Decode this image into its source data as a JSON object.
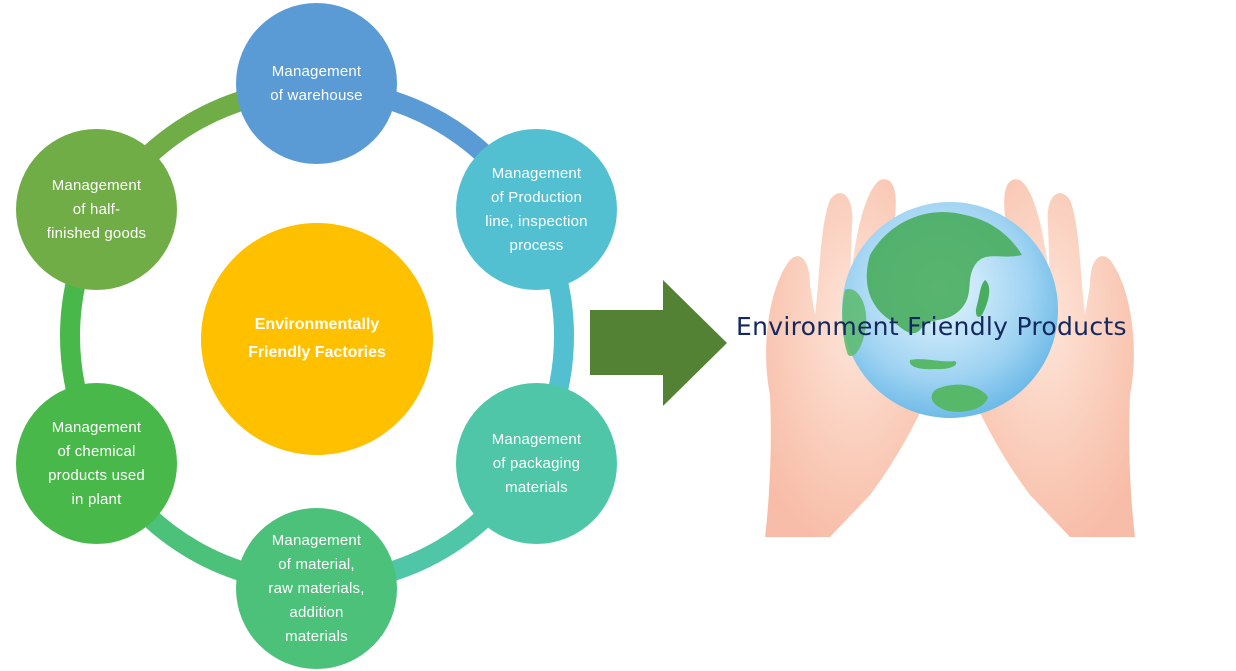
{
  "diagram": {
    "center": {
      "label": "Environmentally\nFriendly Factories",
      "color": "#ffc000"
    },
    "nodes": [
      {
        "key": "warehouse",
        "label": "Management\nof warehouse",
        "color": "#5b9bd5"
      },
      {
        "key": "production",
        "label": "Management\nof Production\nline, inspection\nprocess",
        "color": "#52c0d1"
      },
      {
        "key": "packaging",
        "label": "Management\nof packaging\nmaterials",
        "color": "#50c6a8"
      },
      {
        "key": "material",
        "label": "Management\nof material,\nraw materials,\naddition\nmaterials",
        "color": "#4cc17a"
      },
      {
        "key": "chemical",
        "label": "Management\nof chemical\nproducts used\nin plant",
        "color": "#49b84a"
      },
      {
        "key": "half-finished",
        "label": "Management\nof half-\nfinished goods",
        "color": "#70ad47"
      }
    ],
    "ring_colors": [
      "#5b9bd5",
      "#52c0d1",
      "#50c6a8",
      "#4cc17a",
      "#49b84a",
      "#70ad47"
    ],
    "arrow_color": "#548235"
  },
  "result": {
    "title": "Environment Friendly Products",
    "illustration": "hands-holding-globe-icon"
  }
}
